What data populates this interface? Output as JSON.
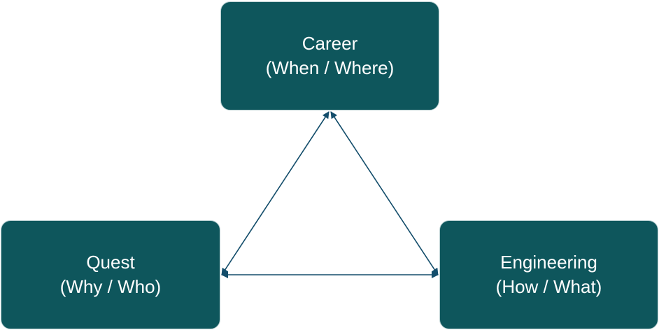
{
  "nodes": {
    "career": {
      "title": "Career",
      "subtitle": "(When / Where)"
    },
    "quest": {
      "title": "Quest",
      "subtitle": "(Why / Who)"
    },
    "engineering": {
      "title": "Engineering",
      "subtitle": "(How / What)"
    }
  },
  "edges": [
    {
      "from": "career",
      "to": "quest",
      "style": "bidirectional-arrow"
    },
    {
      "from": "career",
      "to": "engineering",
      "style": "bidirectional-arrow"
    },
    {
      "from": "quest",
      "to": "engineering",
      "style": "bidirectional-arrow"
    }
  ],
  "colors": {
    "node_fill": "#0e565c",
    "node_border": "#b9cfd1",
    "node_text": "#ffffff",
    "edge": "#134d6b",
    "background": "#ffffff"
  }
}
